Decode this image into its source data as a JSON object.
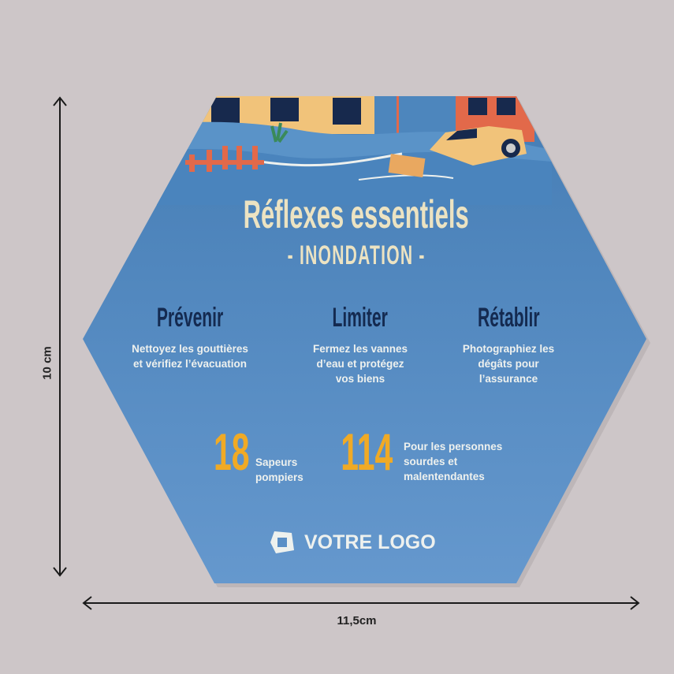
{
  "card": {
    "title": "Réflexes essentiels",
    "subtitle": "- INONDATION -",
    "columns": [
      {
        "heading": "Prévenir",
        "text": [
          "Nettoyez les gouttières",
          "et vérifiez l’évacuation"
        ]
      },
      {
        "heading": "Limiter",
        "text": [
          "Fermez les vannes",
          "d’eau et protégez",
          "vos biens"
        ]
      },
      {
        "heading": "Rétablir",
        "text": [
          "Photographiez les",
          "dégâts pour",
          "l’assurance"
        ]
      }
    ],
    "numbers": [
      {
        "number": "18",
        "label": [
          "Sapeurs",
          "pompiers"
        ]
      },
      {
        "number": "114",
        "label": [
          "Pour les personnes",
          "sourdes et",
          "malentendantes"
        ]
      }
    ],
    "logo_text": "VOTRE LOGO",
    "colors": {
      "blue_top": "#3f78b0",
      "blue_bottom": "#6b9dd2",
      "cream": "#ece3c2",
      "navy": "#142a50",
      "yellow": "#f0aa25"
    }
  },
  "dimensions": {
    "height": "10 cm",
    "width": "11,5cm"
  }
}
